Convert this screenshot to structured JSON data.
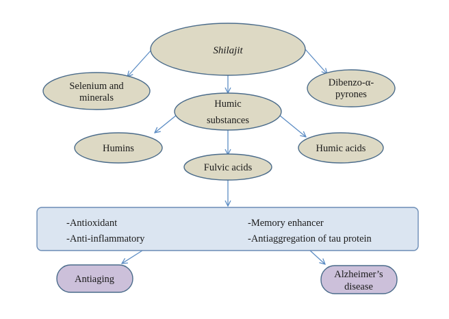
{
  "nodes": {
    "root": "Shilajit",
    "selenium_line1": "Selenium and",
    "selenium_line2": "minerals",
    "dibenzo_line1": "Dibenzo-α-",
    "dibenzo_line2": "pyrones",
    "humic_substances_line1": "Humic",
    "humic_substances_line2": "substances",
    "humins": "Humins",
    "humic_acids": "Humic acids",
    "fulvic_acids": "Fulvic acids"
  },
  "effects": {
    "left": [
      "-Antioxidant",
      "-Anti-inflammatory"
    ],
    "right": [
      "-Memory enhancer",
      "-Antiaggregation of tau protein"
    ]
  },
  "outcomes": {
    "antiaging": "Antiaging",
    "alzheimers_line1": "Alzheimer’s",
    "alzheimers_line2": "disease"
  },
  "colors": {
    "ellipse_fill": "#ddd9c4",
    "box_fill": "#dbe5f1",
    "outcome_fill": "#ccc0da",
    "arrow": "#5b8cc4"
  }
}
